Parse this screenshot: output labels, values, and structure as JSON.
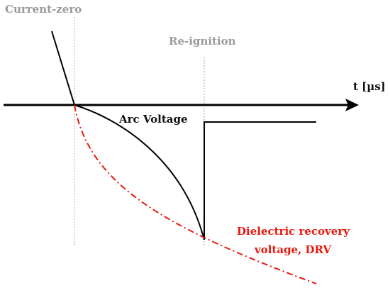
{
  "labels": {
    "current_zero": "Current-zero",
    "re_ignition": "Re-ignition",
    "time_axis": "t [µs]",
    "arc_voltage": "Arc Voltage",
    "drv_line1": "Dielectric recovery",
    "drv_line2": "voltage, DRV"
  },
  "colors": {
    "marker_lines": "#aaaaaa",
    "marker_labels": "#9a9a9a",
    "axis": "#000000",
    "arc_voltage_curve": "#000000",
    "drv_curve": "#e8190f"
  }
}
